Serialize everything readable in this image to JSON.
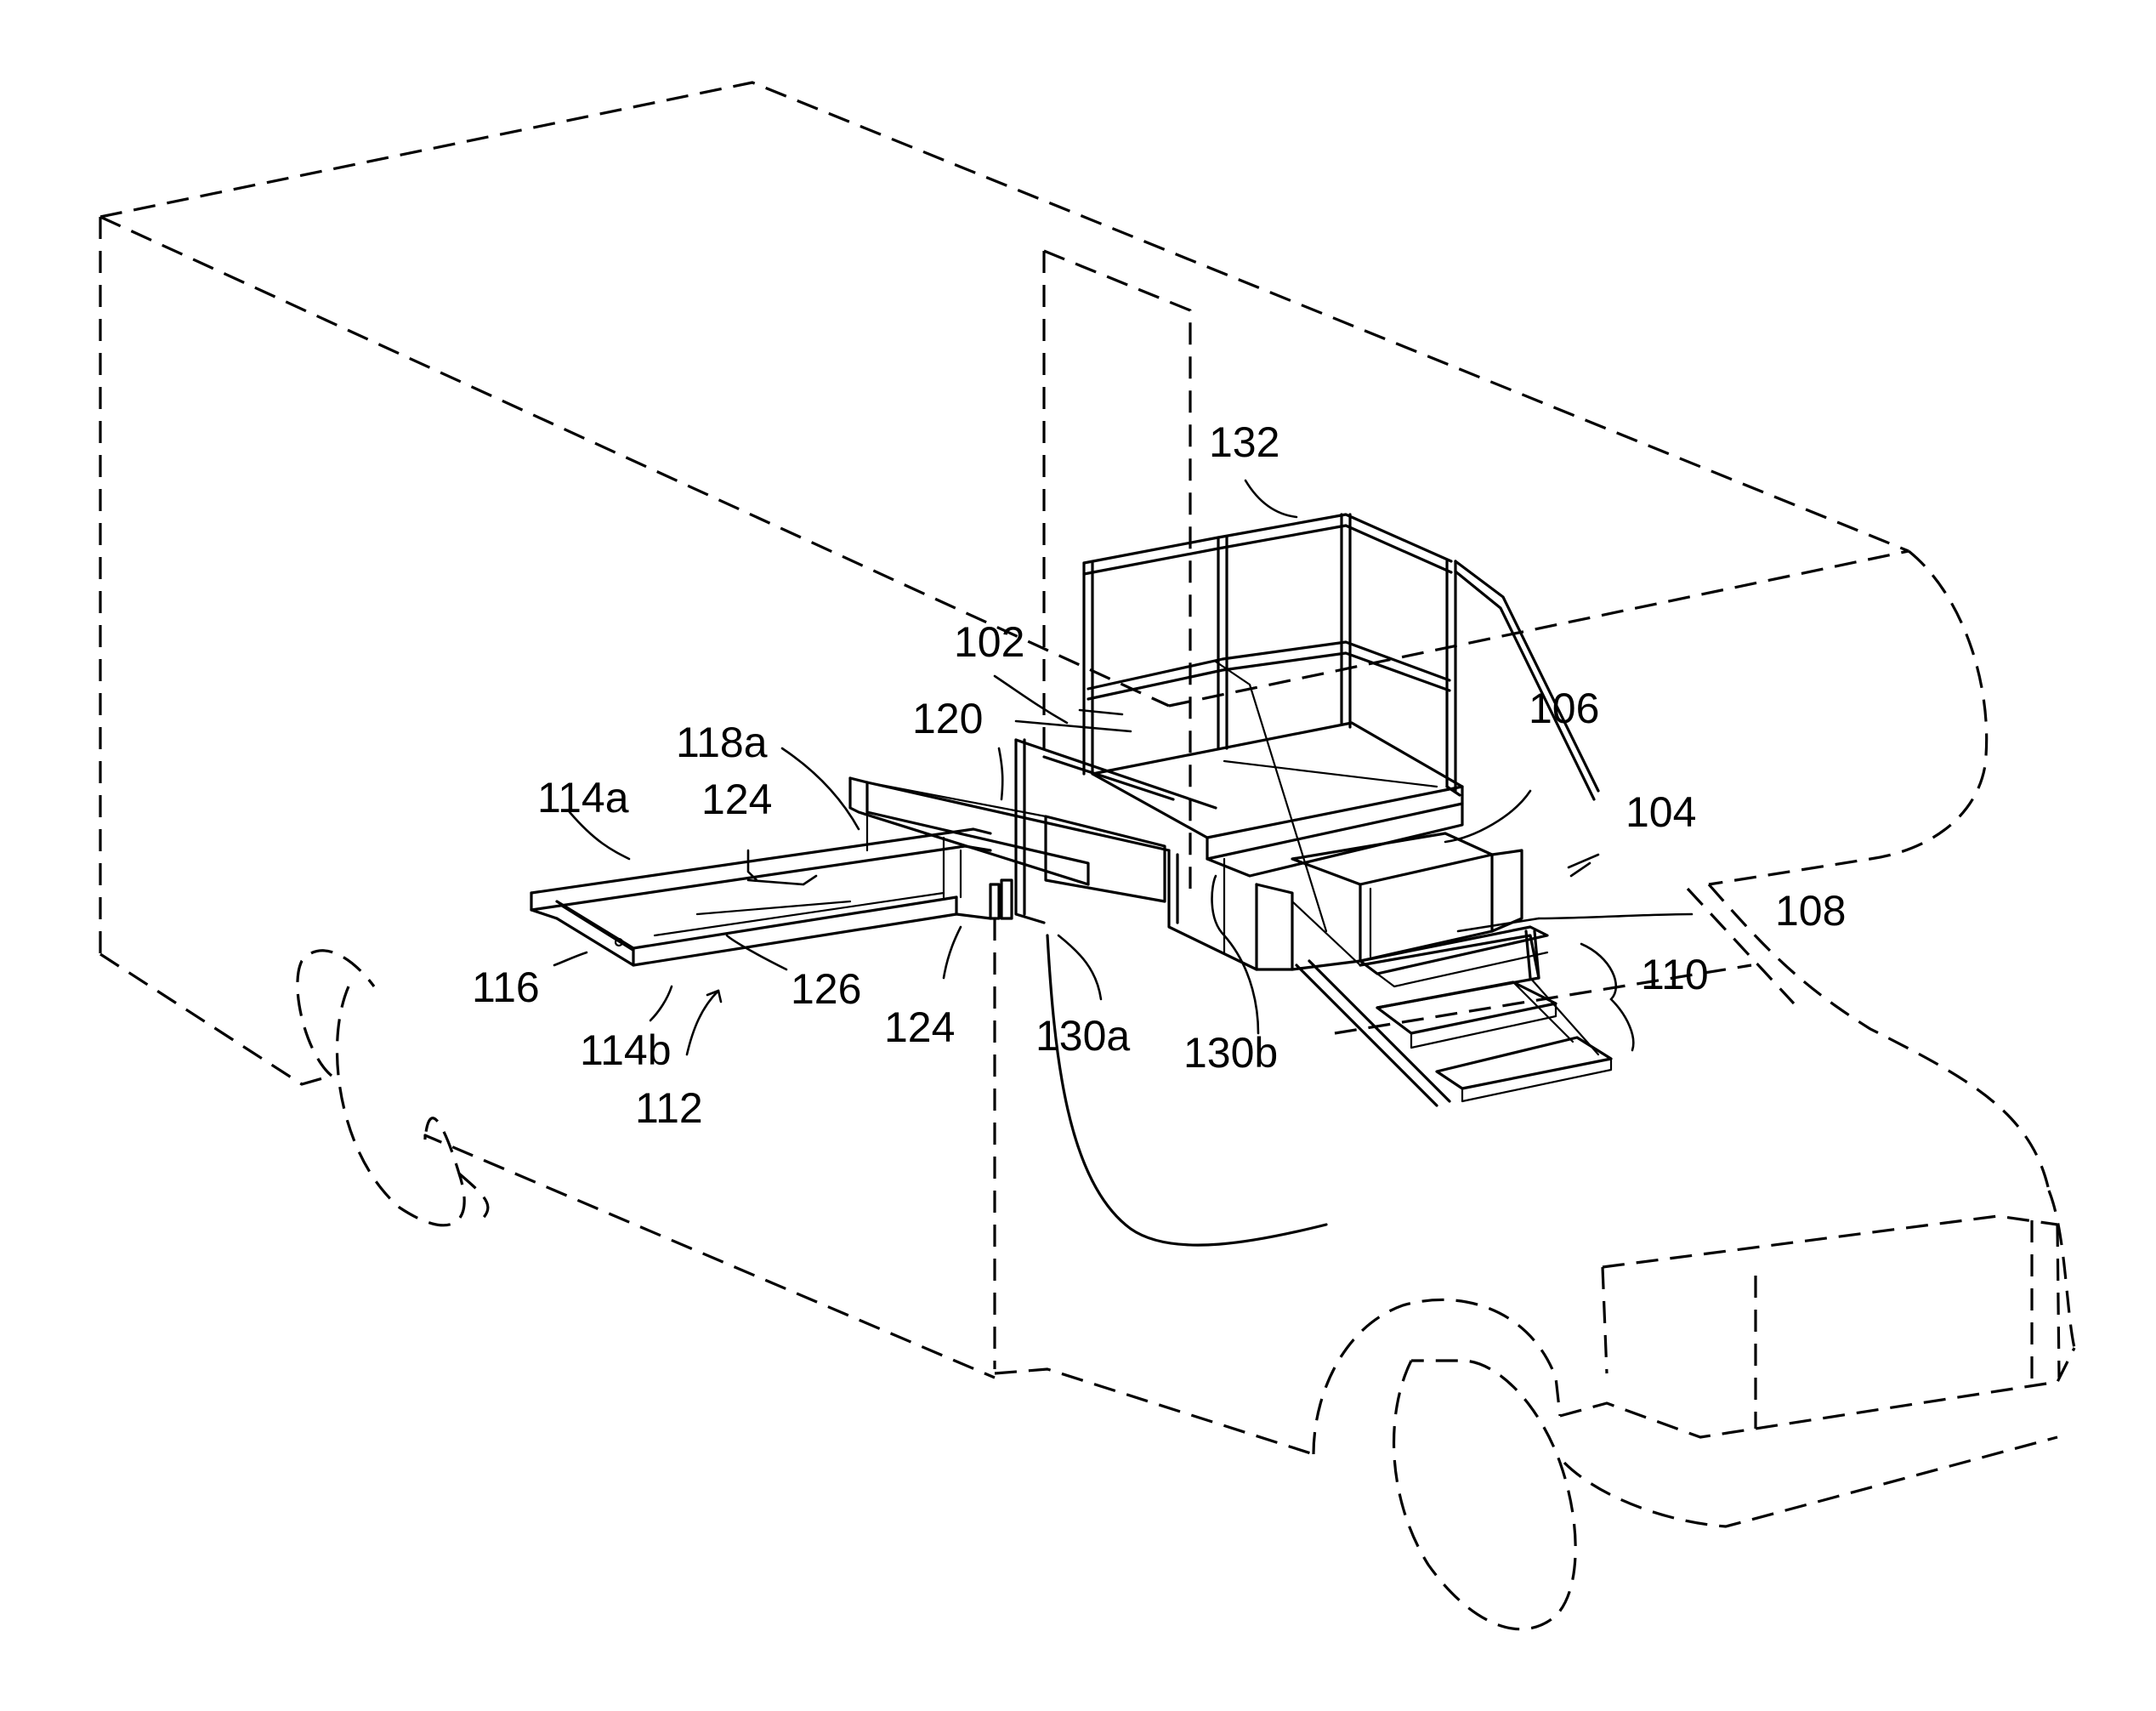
{
  "figure": {
    "labels": [
      {
        "id": "ref-132",
        "text": "132"
      },
      {
        "id": "ref-102",
        "text": "102"
      },
      {
        "id": "ref-118a",
        "text": "118a"
      },
      {
        "id": "ref-120",
        "text": "120"
      },
      {
        "id": "ref-106",
        "text": "106"
      },
      {
        "id": "ref-104",
        "text": "104"
      },
      {
        "id": "ref-114a",
        "text": "114a"
      },
      {
        "id": "ref-124-upper",
        "text": "124"
      },
      {
        "id": "ref-108",
        "text": "108"
      },
      {
        "id": "ref-110",
        "text": "110"
      },
      {
        "id": "ref-116",
        "text": "116"
      },
      {
        "id": "ref-126",
        "text": "126"
      },
      {
        "id": "ref-124-lower",
        "text": "124"
      },
      {
        "id": "ref-130a",
        "text": "130a"
      },
      {
        "id": "ref-130b",
        "text": "130b"
      },
      {
        "id": "ref-114b",
        "text": "114b"
      },
      {
        "id": "ref-112",
        "text": "112"
      }
    ]
  }
}
